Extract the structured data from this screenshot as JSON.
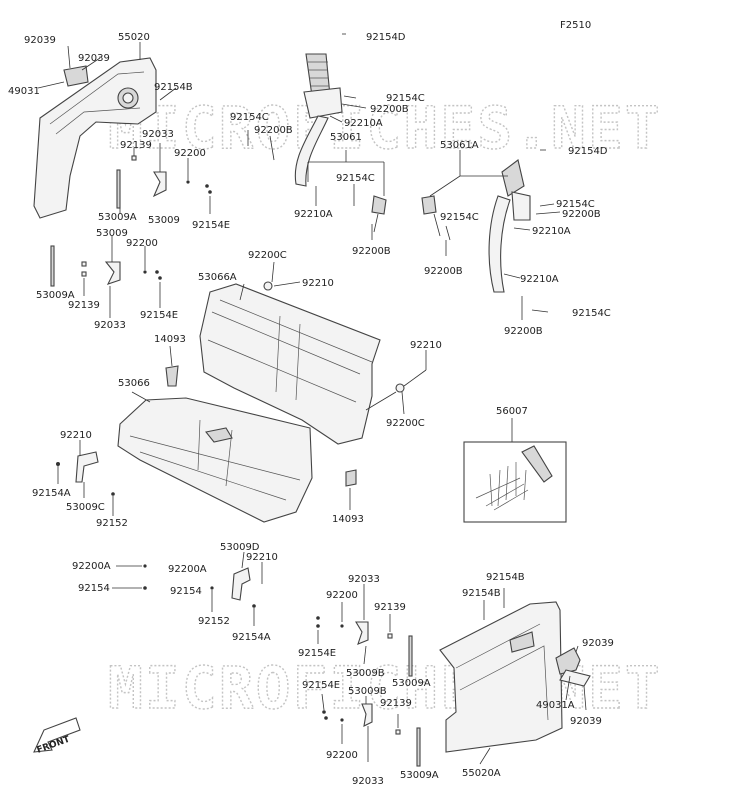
{
  "diagram_code": "F2510",
  "watermark": "MICROFICHES.NET",
  "front_label": "FRONT",
  "labels": {
    "l92039a": "92039",
    "l55020": "55020",
    "l92039b": "92039",
    "l49031": "49031",
    "l92154B_a": "92154B",
    "l92154D_a": "92154D",
    "l92154C_a": "92154C",
    "l92200B_a": "92200B",
    "l92210A_a": "92210A",
    "l92154C_b": "92154C",
    "l92200B_b": "92200B",
    "l53061": "53061",
    "l92154C_c": "92154C",
    "l92210A_b": "92210A",
    "l92200B_c": "92200B",
    "l92033_a": "92033",
    "l92139_a": "92139",
    "l92200_a": "92200",
    "l53009A_a": "53009A",
    "l53009_a": "53009",
    "l92154E_a": "92154E",
    "l53009_b": "53009",
    "l92200_b": "92200",
    "l53009A_b": "53009A",
    "l92139_b": "92139",
    "l92154E_b": "92154E",
    "l92033_b": "92033",
    "l53061A": "53061A",
    "l92154D_b": "92154D",
    "l92154C_d": "92154C",
    "l92200B_d": "92200B",
    "l92154C_e": "92154C",
    "l92210A_c": "92210A",
    "l92200B_e": "92200B",
    "l92210A_d": "92210A",
    "l92154C_f": "92154C",
    "l92200B_f": "92200B",
    "l92200C_a": "92200C",
    "l53066A": "53066A",
    "l92210_a": "92210",
    "l14093_a": "14093",
    "l92210_b": "92210",
    "l53066": "53066",
    "l92200C_b": "92200C",
    "l56007": "56007",
    "l92210_c": "92210",
    "l92154A_a": "92154A",
    "l53009C": "53009C",
    "l92152_a": "92152",
    "l14093_b": "14093",
    "l92200A_a": "92200A",
    "l92200A_b": "92200A",
    "l92154_a": "92154",
    "l92154_b": "92154",
    "l53009D": "53009D",
    "l92210_d": "92210",
    "l92152_b": "92152",
    "l92154A_b": "92154A",
    "l92033_c": "92033",
    "l92200_c": "92200",
    "l92139_c": "92139",
    "l92154E_c": "92154E",
    "l53009B_a": "53009B",
    "l53009A_c": "53009A",
    "l92154E_d": "92154E",
    "l53009B_b": "53009B",
    "l92139_d": "92139",
    "l92200_d": "92200",
    "l92033_d": "92033",
    "l53009A_d": "53009A",
    "l92154B_b": "92154B",
    "l92154B_c": "92154B",
    "l92039c": "92039",
    "l49031A": "49031A",
    "l92039d": "92039",
    "l55020A": "55020A"
  }
}
